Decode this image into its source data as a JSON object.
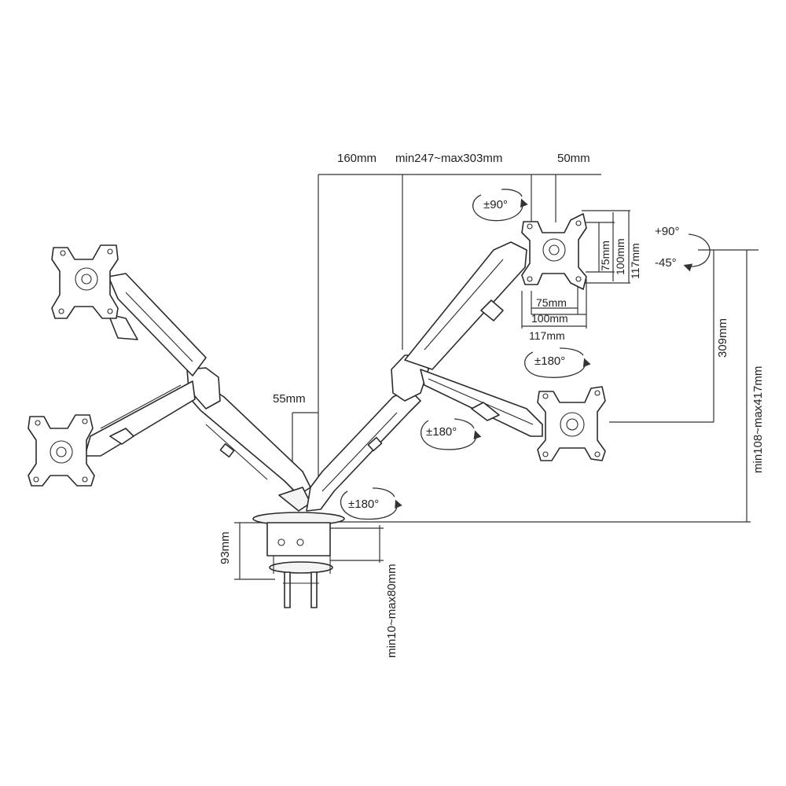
{
  "dimensions": {
    "arm_offset": "160mm",
    "arm_reach": "min247~max303mm",
    "plate_offset": "50mm",
    "column_offset": "55mm",
    "height_range": "min108~max417mm",
    "arm_height": "309mm",
    "base_height": "93mm",
    "clamp_thickness": "min10~max80mm"
  },
  "vesa": {
    "w75": "75mm",
    "w100": "100mm",
    "w117": "117mm",
    "h75": "75mm",
    "h100": "100mm",
    "h117": "117mm"
  },
  "rotations": {
    "plate_rotate": "±90°",
    "tilt_up": "+90°",
    "tilt_down": "-45°",
    "swivel_upper": "±180°",
    "swivel_mid": "±180°",
    "swivel_base": "±180°"
  }
}
